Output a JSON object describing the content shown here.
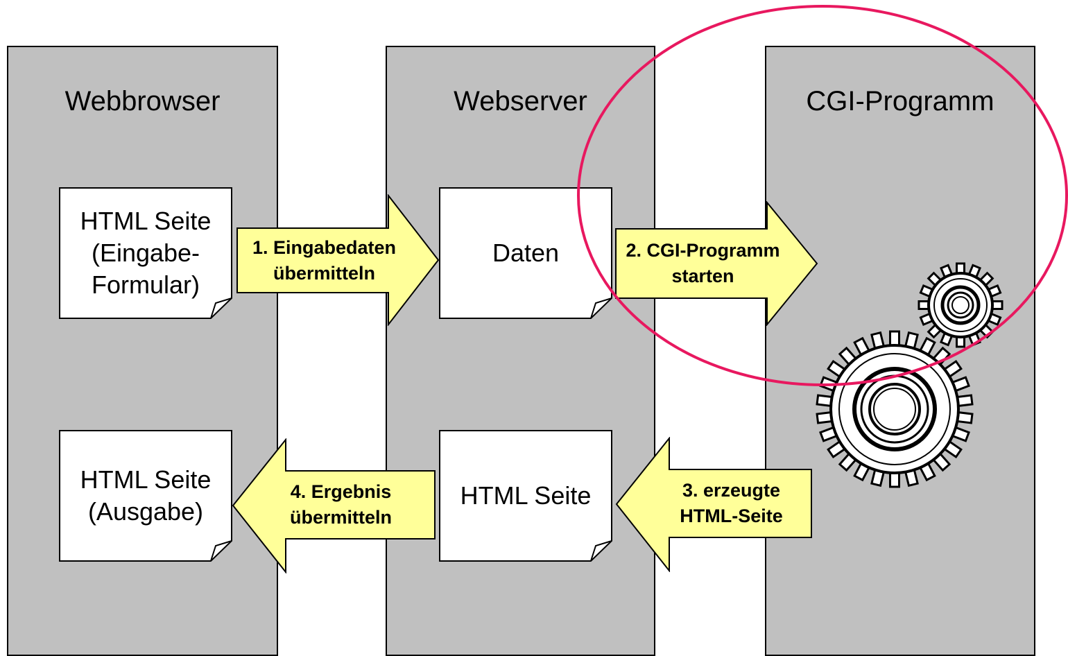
{
  "columns": {
    "browser": "Webbrowser",
    "server": "Webserver",
    "cgi": "CGI-Programm"
  },
  "documents": {
    "input_page": "HTML Seite\n(Eingabe-\nFormular)",
    "data": "Daten",
    "html_page": "HTML Seite",
    "output_page": "HTML Seite\n(Ausgabe)"
  },
  "arrows": {
    "step1": "1. Eingabedaten\nübermitteln",
    "step2": "2. CGI-Programm\nstarten",
    "step3": "3. erzeugte\nHTML-Seite",
    "step4": "4. Ergebnis\nübermitteln"
  },
  "colors": {
    "column_fill": "#c0c0c0",
    "arrow_fill": "#ffff99",
    "highlight_ellipse": "#e8185f"
  },
  "icons": [
    "gears-icon"
  ]
}
